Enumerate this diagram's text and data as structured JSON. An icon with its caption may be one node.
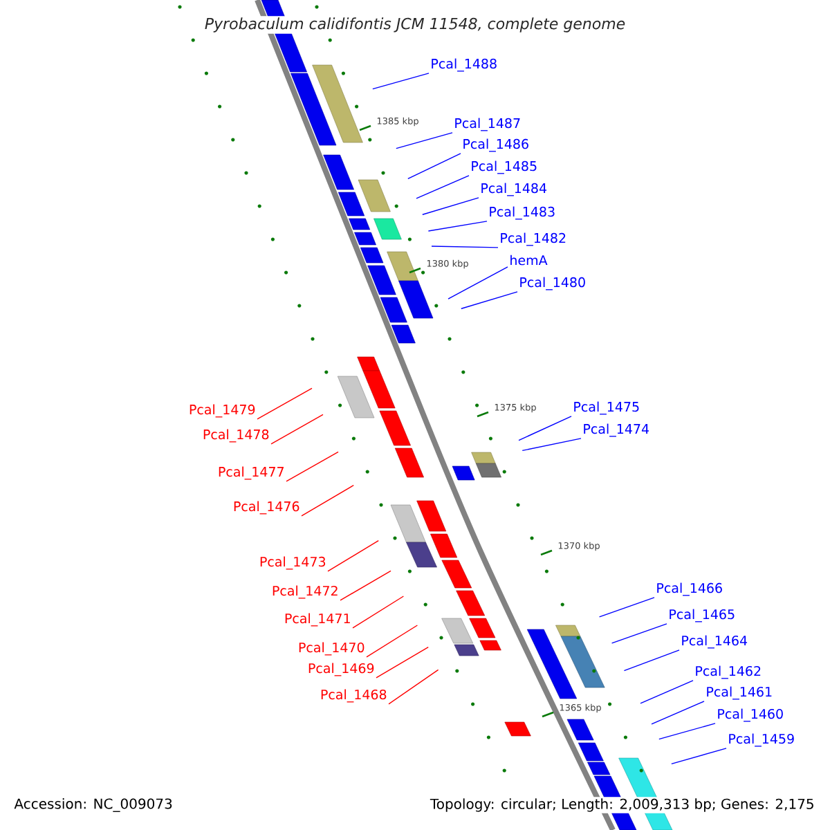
{
  "diagram": {
    "title": "Pyrobaculum calidifontis JCM 11548, complete genome",
    "nodes": [
      {
        "text": [
          "Pcal_1488"
        ]
      },
      {
        "text": [
          "Pcal_1487"
        ]
      },
      {
        "text": [
          "Pcal_1486"
        ]
      },
      {
        "text": [
          "Pcal_1485"
        ]
      },
      {
        "text": [
          "Pcal_1484"
        ]
      },
      {
        "text": [
          "Pcal_1483"
        ]
      },
      {
        "text": [
          "Pcal_1482"
        ]
      },
      {
        "text": [
          "hemA"
        ]
      },
      {
        "text": [
          "Pcal_1480"
        ]
      },
      {
        "text": [
          "Pcal_1479"
        ]
      },
      {
        "text": [
          "Pcal_1478"
        ]
      },
      {
        "text": [
          "Pcal_1477"
        ]
      },
      {
        "text": [
          "Pcal_1476"
        ]
      },
      {
        "text": [
          "Pcal_1475"
        ]
      },
      {
        "text": [
          "Pcal_1474"
        ]
      },
      {
        "text": [
          "Pcal_1473"
        ]
      },
      {
        "text": [
          "Pcal_1472"
        ]
      },
      {
        "text": [
          "Pcal_1471"
        ]
      },
      {
        "text": [
          "Pcal_1470"
        ]
      },
      {
        "text": [
          "Pcal_1469"
        ]
      },
      {
        "text": [
          "Pcal_1468"
        ]
      },
      {
        "text": [
          "Pcal_1466"
        ]
      },
      {
        "text": [
          "Pcal_1465"
        ]
      },
      {
        "text": [
          "Pcal_1464"
        ]
      },
      {
        "text": [
          "Pcal_1462"
        ]
      },
      {
        "text": [
          "Pcal_1461"
        ]
      },
      {
        "text": [
          "Pcal_1460"
        ]
      },
      {
        "text": [
          "Pcal_1459"
        ]
      }
    ],
    "edges": [
      {
        "from": 0,
        "to": null,
        "arrow": "none"
      },
      {
        "from": 1,
        "to": null,
        "arrow": "none"
      },
      {
        "from": 2,
        "to": null,
        "arrow": "none"
      },
      {
        "from": 3,
        "to": null,
        "arrow": "none"
      },
      {
        "from": 4,
        "to": null,
        "arrow": "none"
      },
      {
        "from": 5,
        "to": null,
        "arrow": "none"
      },
      {
        "from": 6,
        "to": null,
        "arrow": "none"
      },
      {
        "from": 7,
        "to": null,
        "arrow": "none"
      },
      {
        "from": 8,
        "to": null,
        "arrow": "none"
      },
      {
        "from": 9,
        "to": null,
        "arrow": "none",
        "color": "#ff0000"
      },
      {
        "from": 10,
        "to": null,
        "arrow": "none",
        "color": "#ff0000"
      },
      {
        "from": 11,
        "to": null,
        "arrow": "none",
        "color": "#ff0000"
      },
      {
        "from": 12,
        "to": null,
        "arrow": "none",
        "color": "#ff0000"
      },
      {
        "from": 13,
        "to": null,
        "arrow": "none"
      },
      {
        "from": 14,
        "to": null,
        "arrow": "none"
      },
      {
        "from": 15,
        "to": null,
        "arrow": "none",
        "color": "#ff0000"
      },
      {
        "from": 16,
        "to": null,
        "arrow": "none",
        "color": "#ff0000"
      },
      {
        "from": 17,
        "to": null,
        "arrow": "none",
        "color": "#ff0000"
      },
      {
        "from": 18,
        "to": null,
        "arrow": "none",
        "color": "#ff0000"
      },
      {
        "from": 19,
        "to": null,
        "arrow": "none",
        "color": "#ff0000"
      },
      {
        "from": 20,
        "to": null,
        "arrow": "none",
        "color": "#ff0000"
      },
      {
        "from": 21,
        "to": null,
        "arrow": "none"
      },
      {
        "from": 22,
        "to": null,
        "arrow": "none"
      },
      {
        "from": 23,
        "to": null,
        "arrow": "none"
      },
      {
        "from": 24,
        "to": null,
        "arrow": "none"
      },
      {
        "from": 25,
        "to": null,
        "arrow": "none"
      },
      {
        "from": 26,
        "to": null,
        "arrow": "none"
      },
      {
        "from": 27,
        "to": null,
        "arrow": "none"
      }
    ],
    "labels": [
      "1385 kbp",
      "1380 kbp",
      "1375 kbp",
      "1370 kbp",
      "1365 kbp",
      "Accession: NC_009073",
      "Topology: circular; Length: 2,009,313 bp; Genes: 2,175"
    ]
  }
}
